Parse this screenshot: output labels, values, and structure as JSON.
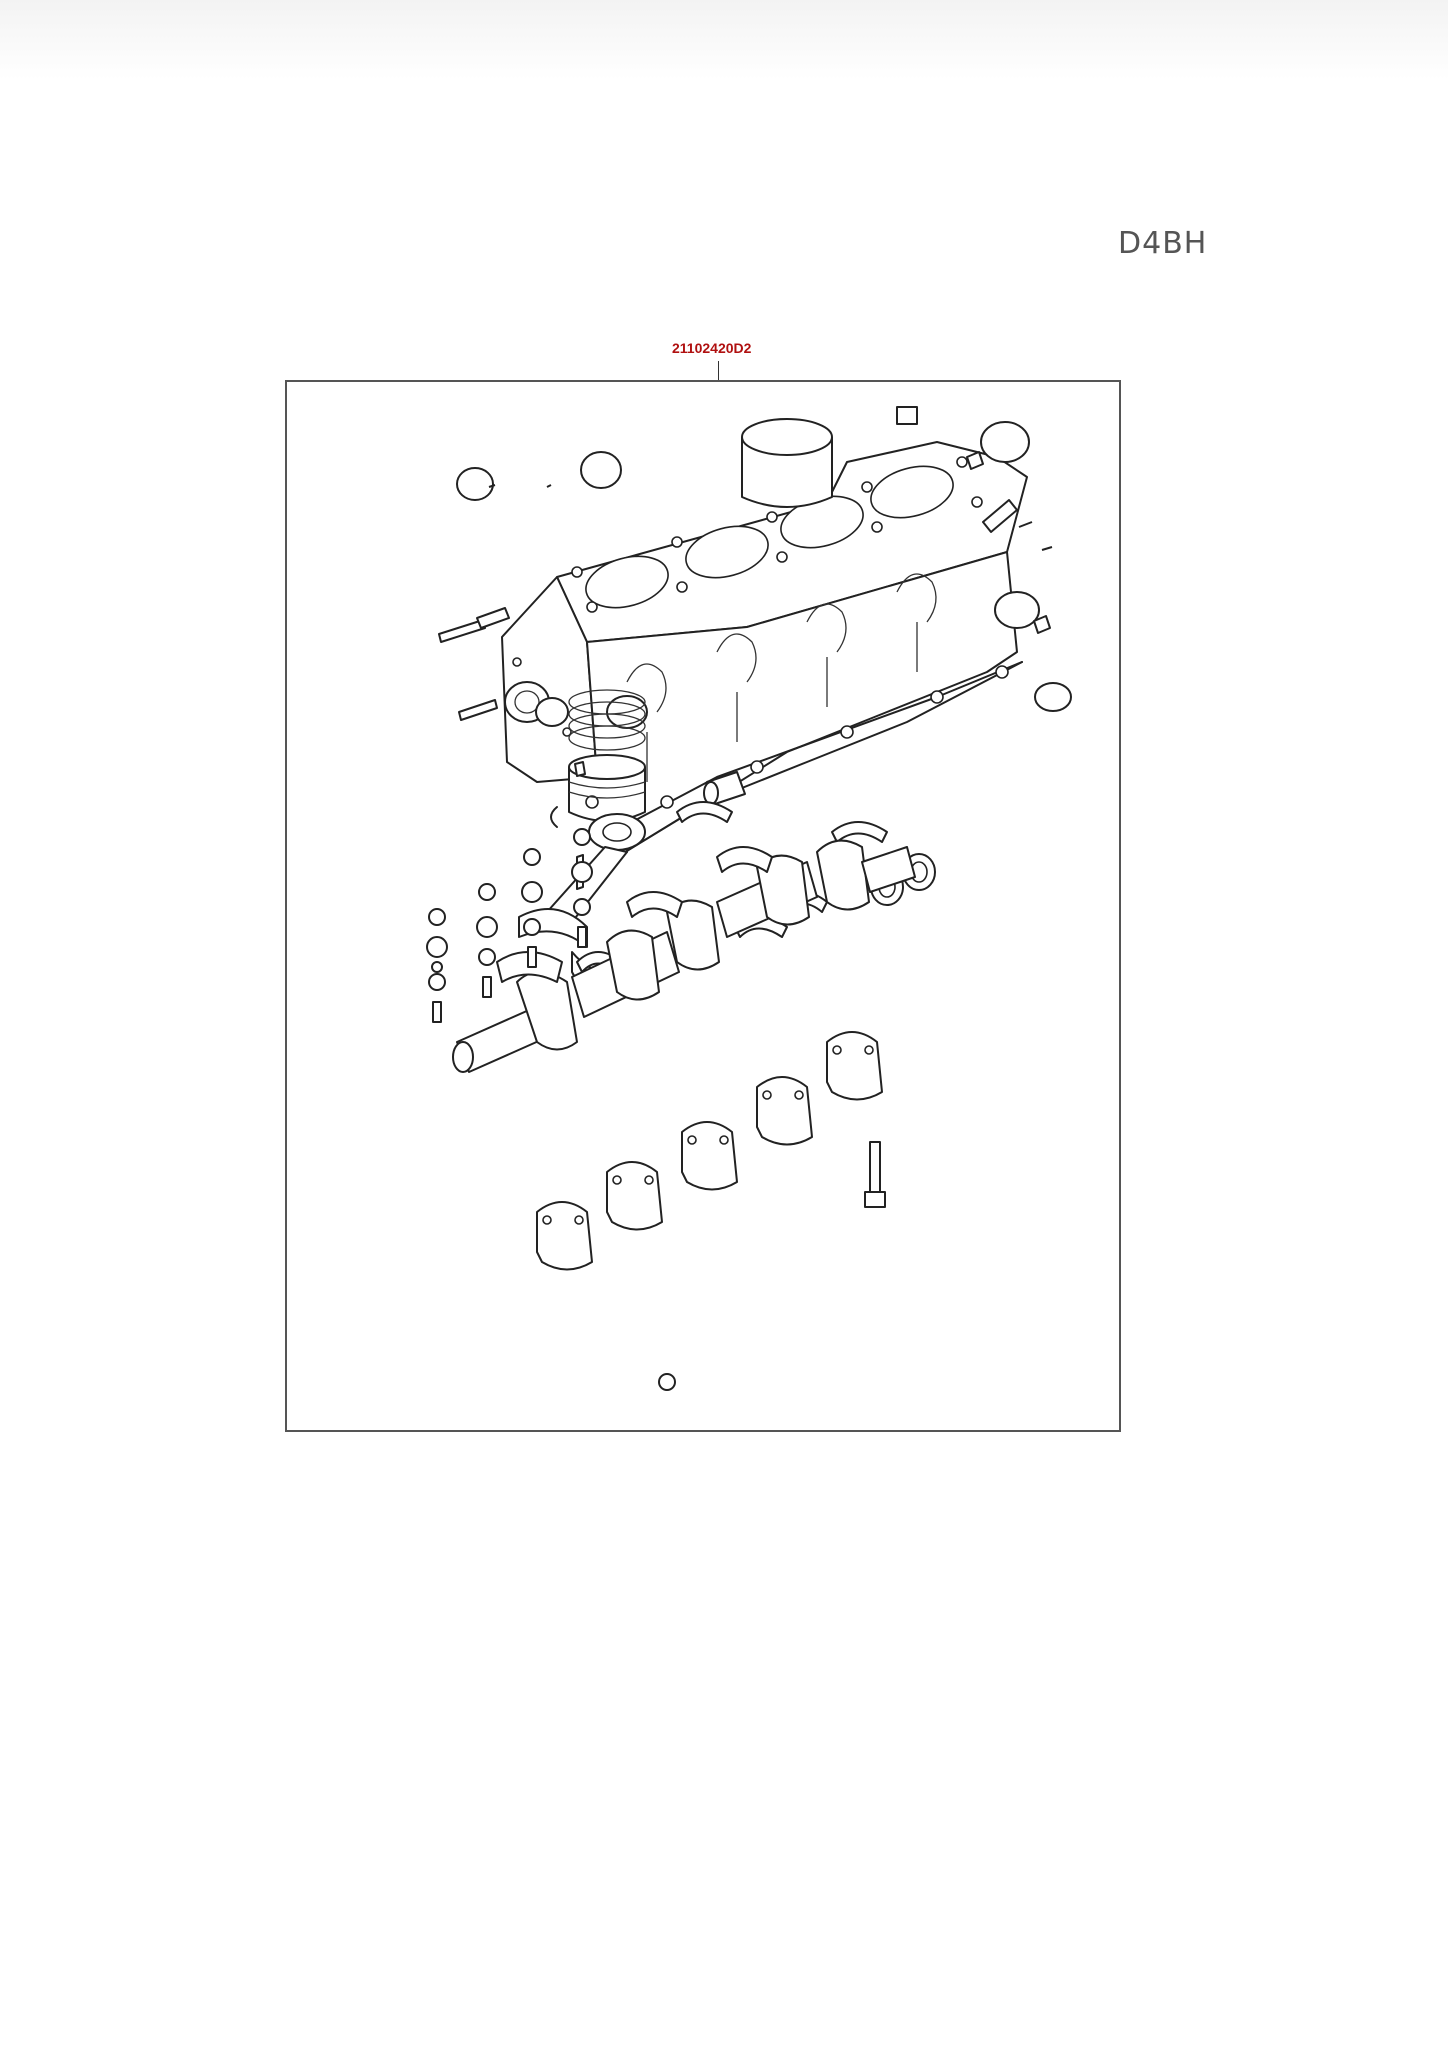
{
  "document": {
    "model_code": "D4BH",
    "part_number": "21102420D2"
  },
  "colors": {
    "part_number_color": "#b01010",
    "line_color": "#222222",
    "frame_color": "#555555"
  },
  "icons": {
    "illustration": "engine-short-block-exploded-view"
  }
}
